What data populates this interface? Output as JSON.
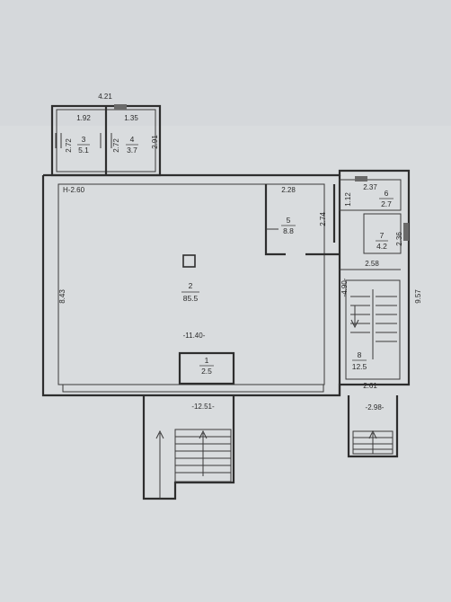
{
  "plan": {
    "ceiling_height": "H-2.60",
    "dims": {
      "top_annex_width": "4.21",
      "room3_width": "1.92",
      "room4_width": "1.35",
      "room3_height": "2.72",
      "room4_height": "2.72",
      "annex_right": "2.91",
      "main_left": "8.43",
      "main_width": "-11.40-",
      "room5_width": "2.28",
      "room5_height": "2.74",
      "room6_width": "2.37",
      "room6_height": "1.12",
      "room7_height": "2.36",
      "room7_bottom": "2.58",
      "stair_vertical": "-4.90-",
      "right_total": "9.57",
      "room8_bottom": "2.61",
      "bottom_main": "-12.51-",
      "bottom_right": "-2.98-"
    },
    "rooms": [
      {
        "no": "3",
        "area": "5.1"
      },
      {
        "no": "4",
        "area": "3.7"
      },
      {
        "no": "2",
        "area": "85.5"
      },
      {
        "no": "5",
        "area": "8.8"
      },
      {
        "no": "6",
        "area": "2.7"
      },
      {
        "no": "7",
        "area": "4.2"
      },
      {
        "no": "8",
        "area": "12.5"
      },
      {
        "no": "1",
        "area": "2.5"
      }
    ]
  }
}
